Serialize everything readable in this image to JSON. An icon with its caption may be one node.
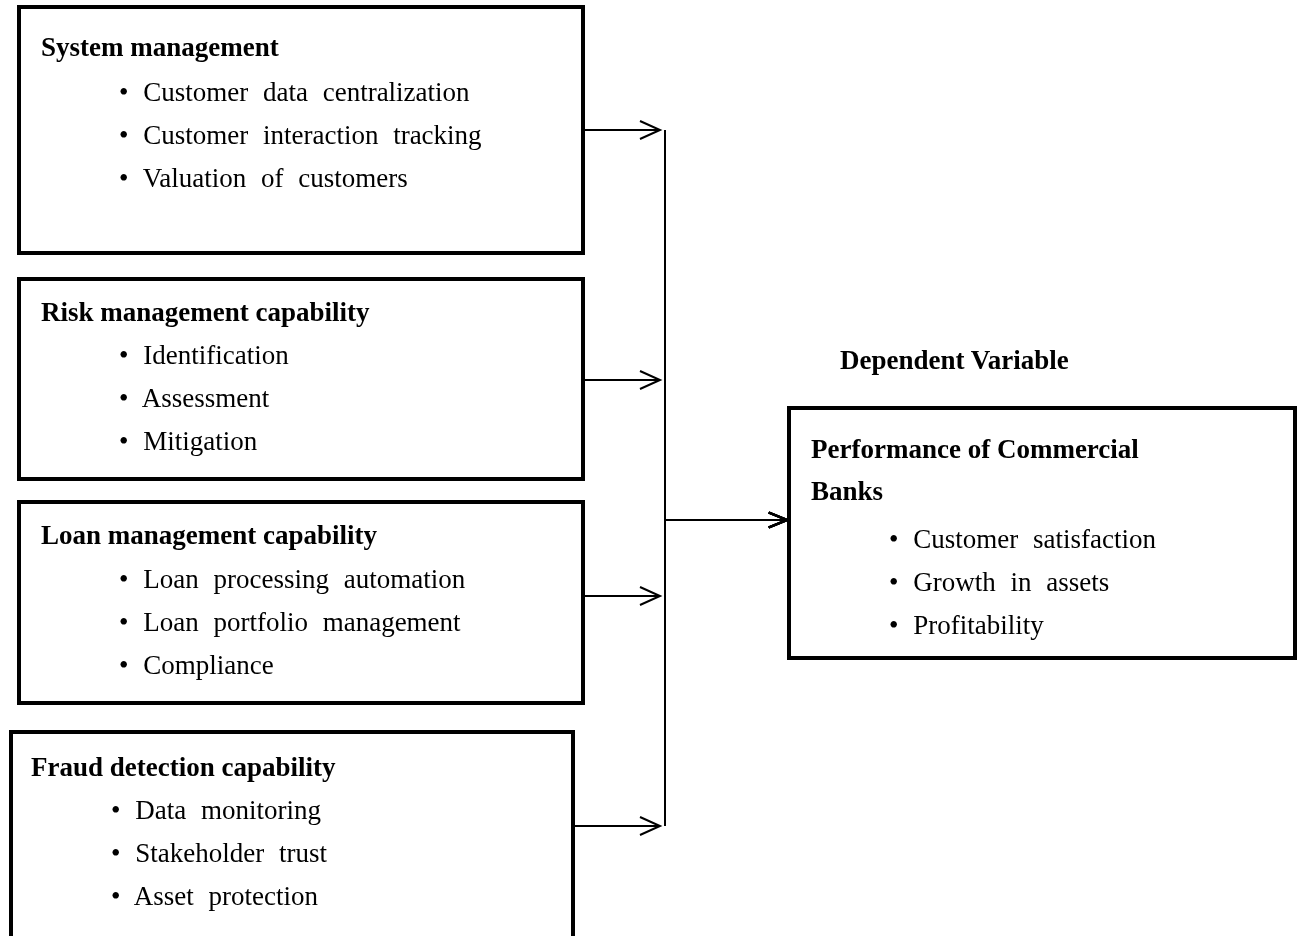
{
  "diagram": {
    "nodes": [
      {
        "text": [
          "System management",
          "• Customer data centralization",
          "• Customer interaction tracking",
          "• Valuation of customers"
        ]
      },
      {
        "text": [
          "Risk management capability",
          "• Identification",
          "• Assessment",
          "• Mitigation"
        ]
      },
      {
        "text": [
          "Loan management capability",
          "• Loan processing automation",
          "• Loan portfolio management",
          "• Compliance"
        ]
      },
      {
        "text": [
          "Fraud detection capability",
          "• Data monitoring",
          "• Stakeholder trust",
          "• Asset protection"
        ]
      },
      {
        "text": [
          "Performance of Commercial Banks",
          "• Customer satisfaction",
          "• Growth in assets",
          "• Profitability"
        ],
        "beside": [
          "Dependent Variable"
        ]
      }
    ],
    "edges": [
      {
        "from": 0,
        "to": 4,
        "arrow": "to"
      },
      {
        "from": 1,
        "to": 4,
        "arrow": "to"
      },
      {
        "from": 2,
        "to": 4,
        "arrow": "to"
      },
      {
        "from": 3,
        "to": 4,
        "arrow": "to"
      }
    ]
  }
}
